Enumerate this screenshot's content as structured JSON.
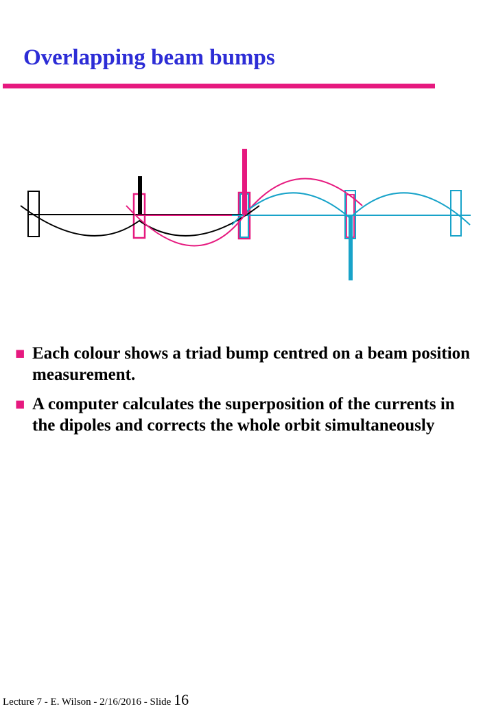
{
  "slide": {
    "title": "Overlapping beam bumps",
    "accent_color": "#e6197f",
    "title_color": "#2d2dd6"
  },
  "diagram": {
    "bump_colors": {
      "black": "#000000",
      "magenta": "#e6197f",
      "cyan": "#18a3c9"
    },
    "icon": "bullet-square-icon"
  },
  "bullets": [
    {
      "text": "Each colour shows a triad bump centred on a beam position measurement."
    },
    {
      "text": "A computer calculates the superposition of the currents in the dipoles and corrects the whole orbit simultaneously"
    }
  ],
  "footer": {
    "text": "Lecture 7 - E. Wilson - 2/16/2016 - Slide",
    "slide_number": "16"
  }
}
